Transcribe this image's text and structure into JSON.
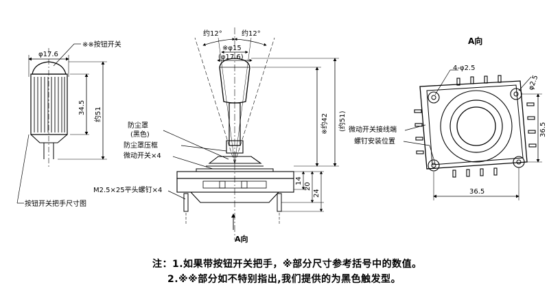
{
  "left_view": {
    "button_switch": "※※按钮开关",
    "dia": "φ17.6",
    "height_34": "34.5",
    "height_51": "约51",
    "caption": "按钮开关把手尺寸图"
  },
  "front_view": {
    "angle_left": "约12°",
    "angle_right": "约12°",
    "dia_15": "※φ15",
    "dia_17": "(φ17.6)",
    "height_42": "※约42",
    "height_51": "(约51)",
    "dust_cover": "防尘罩",
    "dust_cover_color": "(黑色)",
    "dust_frame": "防尘罩压框",
    "micro_switch": "微动开关×4",
    "screw": "M2.5×25平头螺钉×4",
    "dim_14": "14",
    "dim_20": "20",
    "dim_24": "24",
    "view_arrow": "A向"
  },
  "a_view": {
    "title": "A向",
    "holes": "4-φ2.5",
    "hole_right": "φ2.5",
    "wire_end": "微动开关接线端",
    "screw_pos": "螺钉安装位置",
    "width": "36.5",
    "height": "36.5"
  },
  "notes": {
    "line1": "注：1.如果带按钮开关把手，※部分尺寸参考括号中的数值。",
    "line2": "2.※※部分如不特别指出,我们提供的为黑色触发型。"
  }
}
